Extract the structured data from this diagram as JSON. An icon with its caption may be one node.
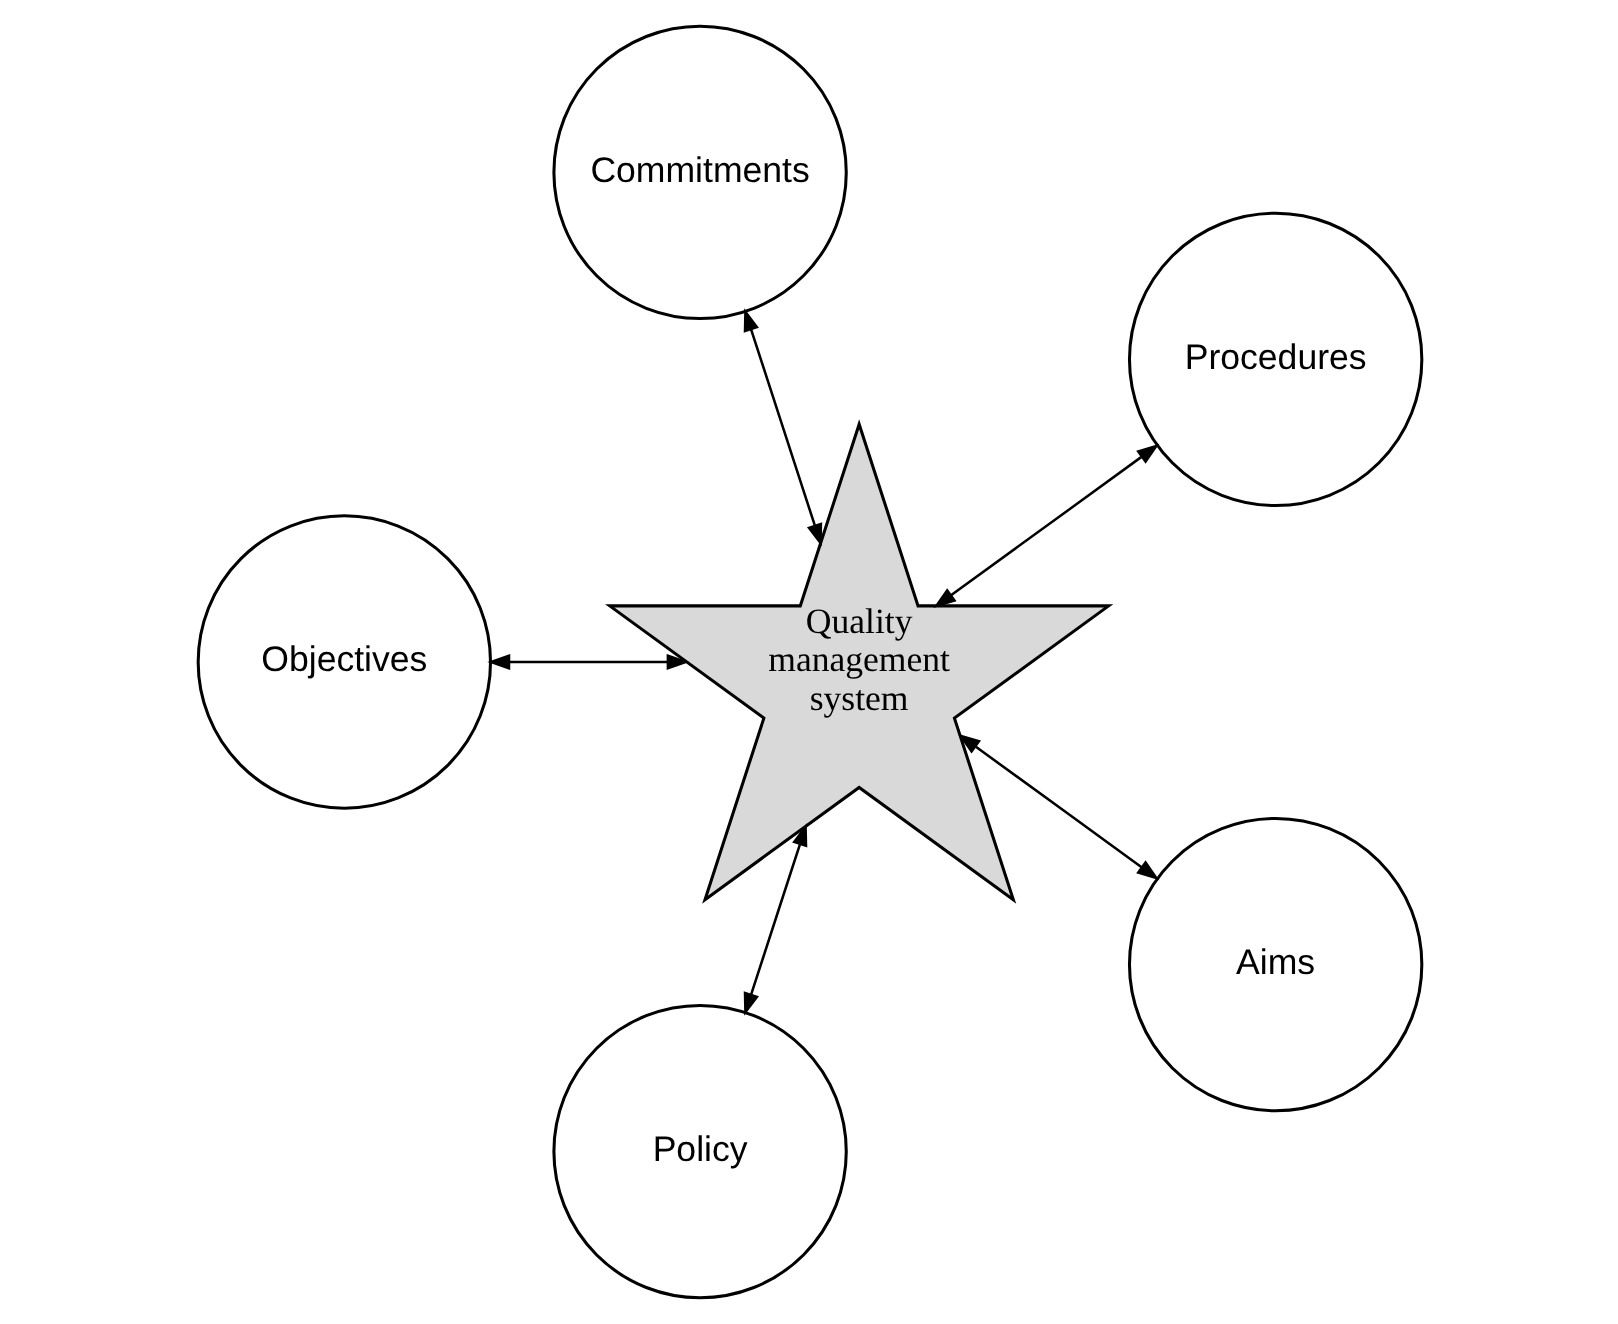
{
  "diagram": {
    "nodes": [
      {
        "text": [
          "Quality management system"
        ]
      },
      {
        "text": [
          "Procedures"
        ]
      },
      {
        "text": [
          "Commitments"
        ]
      },
      {
        "text": [
          "Objectives"
        ]
      },
      {
        "text": [
          "Policy"
        ]
      },
      {
        "text": [
          "Aims"
        ]
      }
    ],
    "edges": [
      {
        "from": 1,
        "to": 0,
        "arrow": "both"
      },
      {
        "from": 2,
        "to": 0,
        "arrow": "both"
      },
      {
        "from": 3,
        "to": 0,
        "arrow": "both"
      },
      {
        "from": 4,
        "to": 0,
        "arrow": "both"
      },
      {
        "from": 5,
        "to": 0,
        "arrow": "both"
      }
    ]
  }
}
